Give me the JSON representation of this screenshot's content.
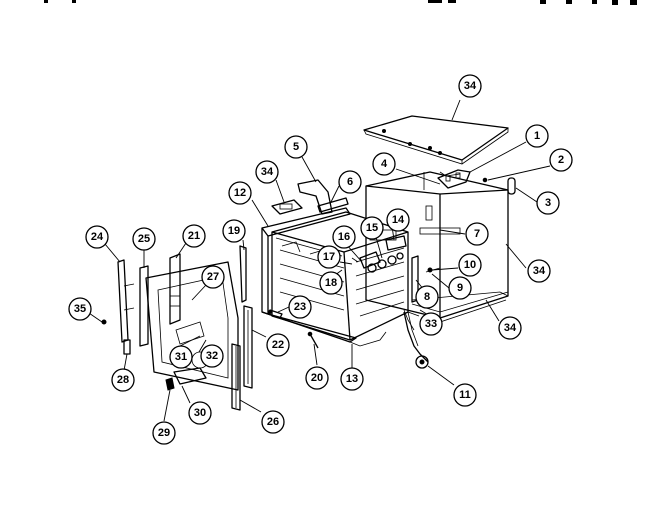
{
  "diagram": {
    "callouts": [
      {
        "id": "c34a",
        "label": "34"
      },
      {
        "id": "c1",
        "label": "1"
      },
      {
        "id": "c2",
        "label": "2"
      },
      {
        "id": "c3",
        "label": "3"
      },
      {
        "id": "c4",
        "label": "4"
      },
      {
        "id": "c5",
        "label": "5"
      },
      {
        "id": "c6",
        "label": "6"
      },
      {
        "id": "c34b",
        "label": "34"
      },
      {
        "id": "c12",
        "label": "12"
      },
      {
        "id": "c7",
        "label": "7"
      },
      {
        "id": "c14",
        "label": "14"
      },
      {
        "id": "c15",
        "label": "15"
      },
      {
        "id": "c16",
        "label": "16"
      },
      {
        "id": "c17",
        "label": "17"
      },
      {
        "id": "c19",
        "label": "19"
      },
      {
        "id": "c21",
        "label": "21"
      },
      {
        "id": "c24",
        "label": "24"
      },
      {
        "id": "c25",
        "label": "25"
      },
      {
        "id": "c27",
        "label": "27"
      },
      {
        "id": "c10",
        "label": "10"
      },
      {
        "id": "c34c",
        "label": "34"
      },
      {
        "id": "c9",
        "label": "9"
      },
      {
        "id": "c18",
        "label": "18"
      },
      {
        "id": "c8",
        "label": "8"
      },
      {
        "id": "c35",
        "label": "35"
      },
      {
        "id": "c23",
        "label": "23"
      },
      {
        "id": "c33",
        "label": "33"
      },
      {
        "id": "c34d",
        "label": "34"
      },
      {
        "id": "c22",
        "label": "22"
      },
      {
        "id": "c31",
        "label": "31"
      },
      {
        "id": "c32",
        "label": "32"
      },
      {
        "id": "c28",
        "label": "28"
      },
      {
        "id": "c20",
        "label": "20"
      },
      {
        "id": "c13",
        "label": "13"
      },
      {
        "id": "c11",
        "label": "11"
      },
      {
        "id": "c30",
        "label": "30"
      },
      {
        "id": "c26",
        "label": "26"
      },
      {
        "id": "c29",
        "label": "29"
      }
    ]
  }
}
